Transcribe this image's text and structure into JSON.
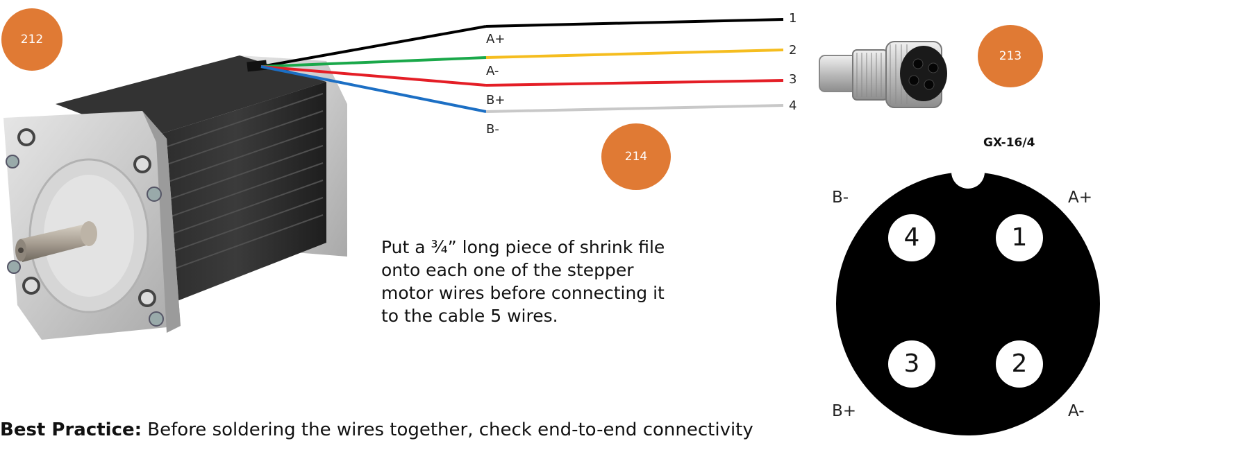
{
  "badges": {
    "motor": "212",
    "connector": "213",
    "cable": "214"
  },
  "wires": [
    {
      "num": "1",
      "label": "A+",
      "motor_color": "#000000",
      "cable_color": "#000000"
    },
    {
      "num": "2",
      "label": "A-",
      "motor_color": "#1aa84a",
      "cable_color": "#f5bd1f"
    },
    {
      "num": "3",
      "label": "B+",
      "motor_color": "#e41e26",
      "cable_color": "#e41e26"
    },
    {
      "num": "4",
      "label": "B-",
      "motor_color": "#1c6fc4",
      "cable_color": "#c8c8c8"
    }
  ],
  "connector": {
    "model": "GX-16/4",
    "pins": {
      "tl": "4",
      "tr": "1",
      "bl": "3",
      "br": "2"
    },
    "corner_labels": {
      "tl": "B-",
      "tr": "A+",
      "bl": "B+",
      "br": "A-"
    }
  },
  "note": "Put a ¾” long piece of shrink file onto each one of the stepper motor wires before connecting it to the cable 5 wires.",
  "best_practice": {
    "label": "Best Practice:",
    "text": "Before soldering the wires together, check end-to-end connectivity"
  }
}
